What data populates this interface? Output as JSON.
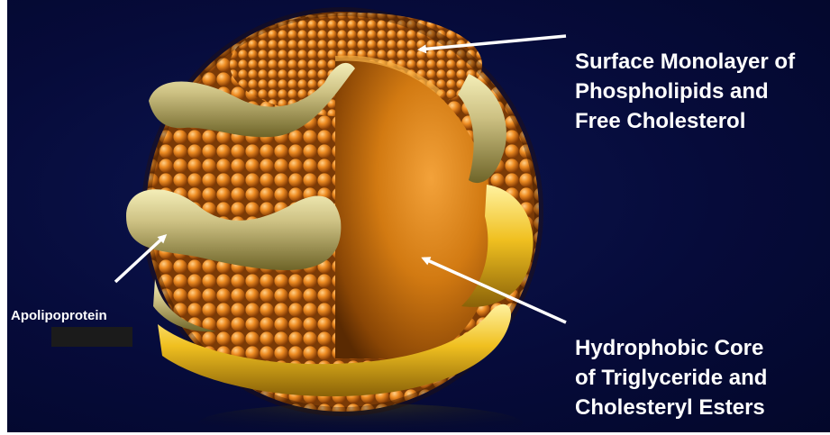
{
  "labels": {
    "surface": [
      "Surface Monolayer of",
      "Phospholipids and",
      "Free Cholesterol"
    ],
    "core": [
      "Hydrophobic Core",
      "of Triglyceride and",
      "Cholesteryl Esters"
    ],
    "apolipoprotein": "Apolipoprotein"
  },
  "colors": {
    "background": "#060b3a",
    "phospholipid": "#e8821c",
    "core": "#d07a10",
    "apolipoprotein": "#d8cc7a",
    "text": "#ffffff"
  }
}
